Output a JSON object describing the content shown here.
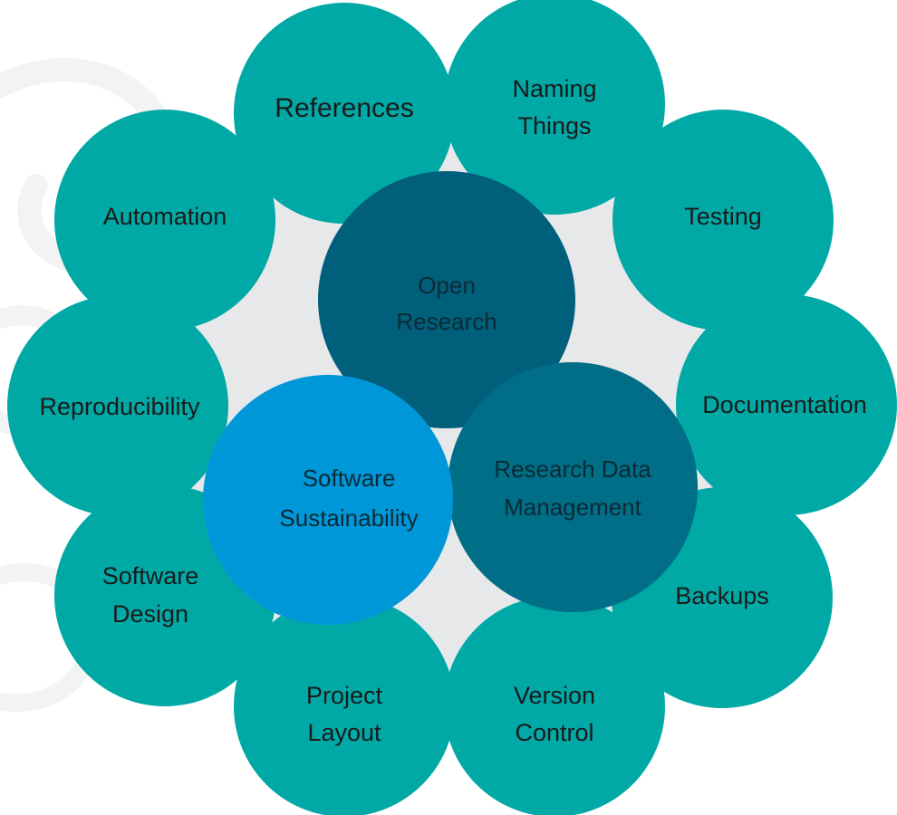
{
  "colors": {
    "background": "#ffffff",
    "watermark": "#f1f3f5",
    "ring_backdrop": "#e6e8ea",
    "outer_circle": "#00a9a6",
    "open_research": "#005f7a",
    "research_data_management": "#006e86",
    "software_sustainability": "#0097d9"
  },
  "outer_topics": [
    {
      "lines": [
        "References"
      ]
    },
    {
      "lines": [
        "Naming",
        "Things"
      ]
    },
    {
      "lines": [
        "Testing"
      ]
    },
    {
      "lines": [
        "Documentation"
      ]
    },
    {
      "lines": [
        "Backups"
      ]
    },
    {
      "lines": [
        "Version",
        "Control"
      ]
    },
    {
      "lines": [
        "Project",
        "Layout"
      ]
    },
    {
      "lines": [
        "Software",
        "Design"
      ]
    },
    {
      "lines": [
        "Reproducibility"
      ]
    },
    {
      "lines": [
        "Automation"
      ]
    }
  ],
  "core_topics": [
    {
      "lines": [
        "Open",
        "Research"
      ]
    },
    {
      "lines": [
        "Research Data",
        "Management"
      ]
    },
    {
      "lines": [
        "Software",
        "Sustainability"
      ]
    }
  ]
}
